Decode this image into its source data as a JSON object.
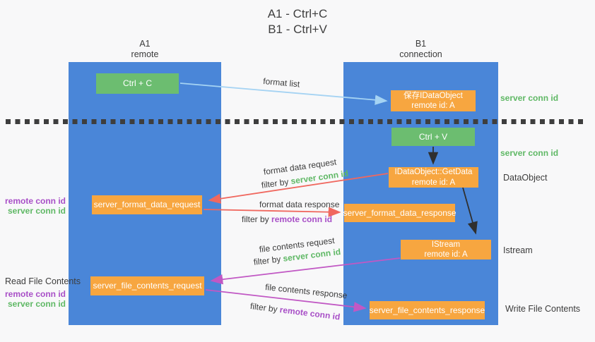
{
  "title": {
    "line1": "A1 - Ctrl+C",
    "line2": "B1 - Ctrl+V"
  },
  "lifelines": {
    "left": {
      "name": "A1",
      "role": "remote"
    },
    "right": {
      "name": "B1",
      "role": "connection"
    }
  },
  "nodes": {
    "ctrl_c": {
      "label": "Ctrl + C"
    },
    "ctrl_v": {
      "label": "Ctrl + V"
    },
    "save_idataobject": {
      "line1": "保存IDataObject",
      "line2": "remote id: A"
    },
    "getdata": {
      "line1": "IDataObject::GetData",
      "line2": "remote id: A"
    },
    "istream": {
      "line1": "IStream",
      "line2": "remote id: A"
    },
    "server_format_data_request": {
      "label": "server_format_data_request"
    },
    "server_format_data_response": {
      "label": "server_format_data_response"
    },
    "server_file_contents_request": {
      "label": "server_file_contents_request"
    },
    "server_file_contents_response": {
      "label": "server_file_contents_response"
    }
  },
  "arrow_labels": {
    "format_list": "format list",
    "format_data_request": "format data request",
    "format_data_response": "format data response",
    "file_contents_request": "file contents request",
    "file_contents_response": "file contents response",
    "filter_by": "filter by",
    "server_conn_id": "server conn id",
    "remote_conn_id": "remote conn id"
  },
  "side_labels": {
    "right_server_conn_id_top": "server conn id",
    "right_server_conn_id_mid": "server conn id",
    "dataobject": "DataObject",
    "istream": "Istream",
    "write_file_contents": "Write File Contents",
    "read_file_contents": "Read File Contents",
    "left_top": {
      "remote": "remote conn id",
      "server": "server conn id"
    },
    "left_bottom": {
      "remote": "remote conn id",
      "server": "server conn id"
    }
  },
  "colors": {
    "column_blue": "#4a86d8",
    "node_green": "#6cbd70",
    "node_orange": "#f7a640",
    "arrow_blue": "#a5d3f3",
    "arrow_black": "#2f2f2f",
    "arrow_red": "#f0685f",
    "arrow_magenta": "#c158c4",
    "text_green": "#5fb865",
    "text_purple": "#a84fc7",
    "text_dark": "#3c3c3c",
    "divider_color": "#3e3e3e"
  }
}
